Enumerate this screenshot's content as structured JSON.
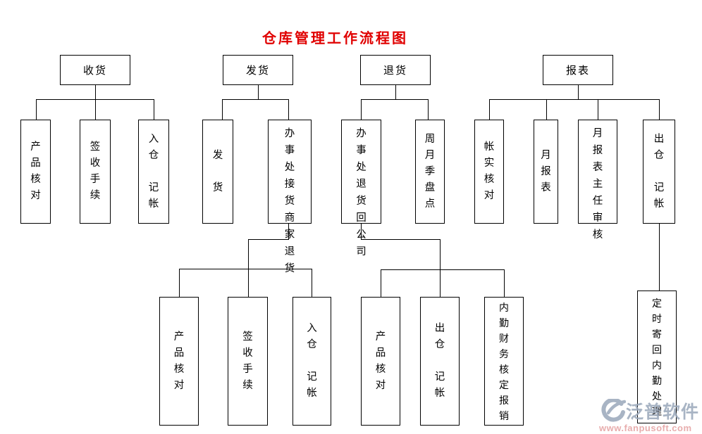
{
  "title": {
    "text": "仓库管理工作流程图"
  },
  "colors": {
    "c-title": "#e00000",
    "c-line": "#000000",
    "c-wm-brand": "#9aa7ba",
    "c-wm-url": "#e49f9f"
  },
  "nodes": {
    "shouhuo": {
      "label": "收货"
    },
    "fahuo": {
      "label": "发货"
    },
    "tuihuo": {
      "label": "退货"
    },
    "baobiao": {
      "label": "报表"
    },
    "chanpin_hedui_a": {
      "label": "产\n品\n核\n对"
    },
    "qianshou_shouxu_a": {
      "label": "签\n收\n手\n续"
    },
    "rucang_jizhang_a": {
      "label": "入\n仓\n\n记\n帐"
    },
    "fahuo_sub": {
      "label": "发\n\n货"
    },
    "banshichu_jiehuo": {
      "label": "办事\n处接\n货商\n家退\n货"
    },
    "banshichu_tuihuo": {
      "label": "办事\n处退\n货回\n公司"
    },
    "zhouyueji_pandian": {
      "label": "周\n月\n季\n盘\n点"
    },
    "zhangshi_hedui": {
      "label": "帐\n实\n核\n对"
    },
    "yue_baobiao": {
      "label": "月\n报\n表"
    },
    "yuebaobiao_shenhe": {
      "label": "月报\n表主\n任审\n核"
    },
    "chucang_jizhang_a": {
      "label": "出\n仓\n\n记\n帐"
    },
    "chanpin_hedui_b": {
      "label": "产\n品\n核\n对"
    },
    "qianshou_shouxu_b": {
      "label": "签\n收\n手\n续"
    },
    "rucang_jizhang_b": {
      "label": "入\n仓\n\n记\n帐"
    },
    "chanpin_hedui_c": {
      "label": "产\n品\n核\n对"
    },
    "chucang_jizhang_b": {
      "label": "出\n仓\n\n记\n帐"
    },
    "neiqin_caiwu": {
      "label": "内\n勤\n财\n务\n核\n定\n报\n销"
    },
    "dingshi_jihui": {
      "label": "定\n时\n寄\n回\n内\n勤\n处\n理"
    }
  },
  "watermark": {
    "brand": "泛普软件",
    "url": "www.fanpusoft.com"
  }
}
